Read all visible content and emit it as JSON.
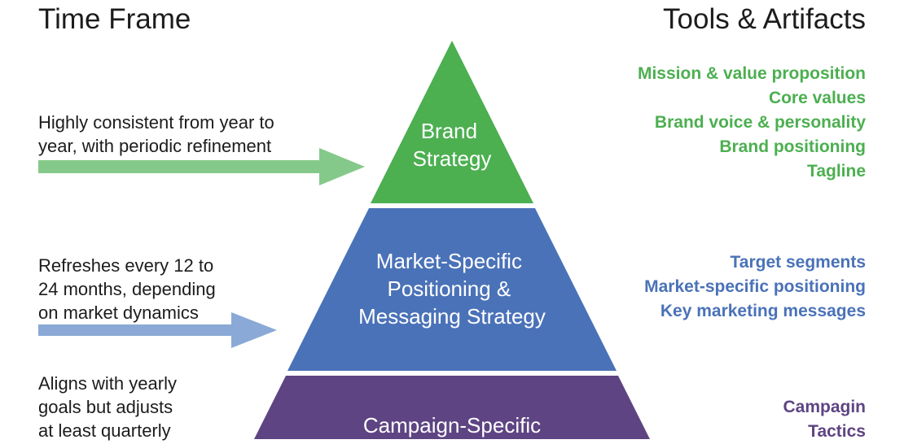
{
  "headings": {
    "time_frame": "Time Frame",
    "tools_artifacts": "Tools & Artifacts"
  },
  "colors": {
    "green": "#4caf50",
    "blue": "#4a72b8",
    "purple": "#5e4483",
    "green_arrow": "#85c98a",
    "blue_arrow": "#8aa9d6"
  },
  "tiers": [
    {
      "label_lines": [
        "Brand",
        "Strategy"
      ],
      "time_frame": "Highly consistent from year to\nyear, with periodic refinement",
      "tools": [
        "Mission & value proposition",
        "Core values",
        "Brand voice & personality",
        "Brand positioning",
        "Tagline"
      ]
    },
    {
      "label_lines": [
        "Market-Specific",
        "Positioning &",
        "Messaging Strategy"
      ],
      "time_frame": "Refreshes every 12 to\n24 months, depending\non market dynamics",
      "tools": [
        "Target segments",
        "Market-specific positioning",
        "Key marketing messages"
      ]
    },
    {
      "label_lines": [
        "Campaign-Specific"
      ],
      "time_frame": "Aligns with yearly\ngoals but adjusts\nat least quarterly",
      "tools": [
        "Campagin",
        "Tactics"
      ]
    }
  ]
}
